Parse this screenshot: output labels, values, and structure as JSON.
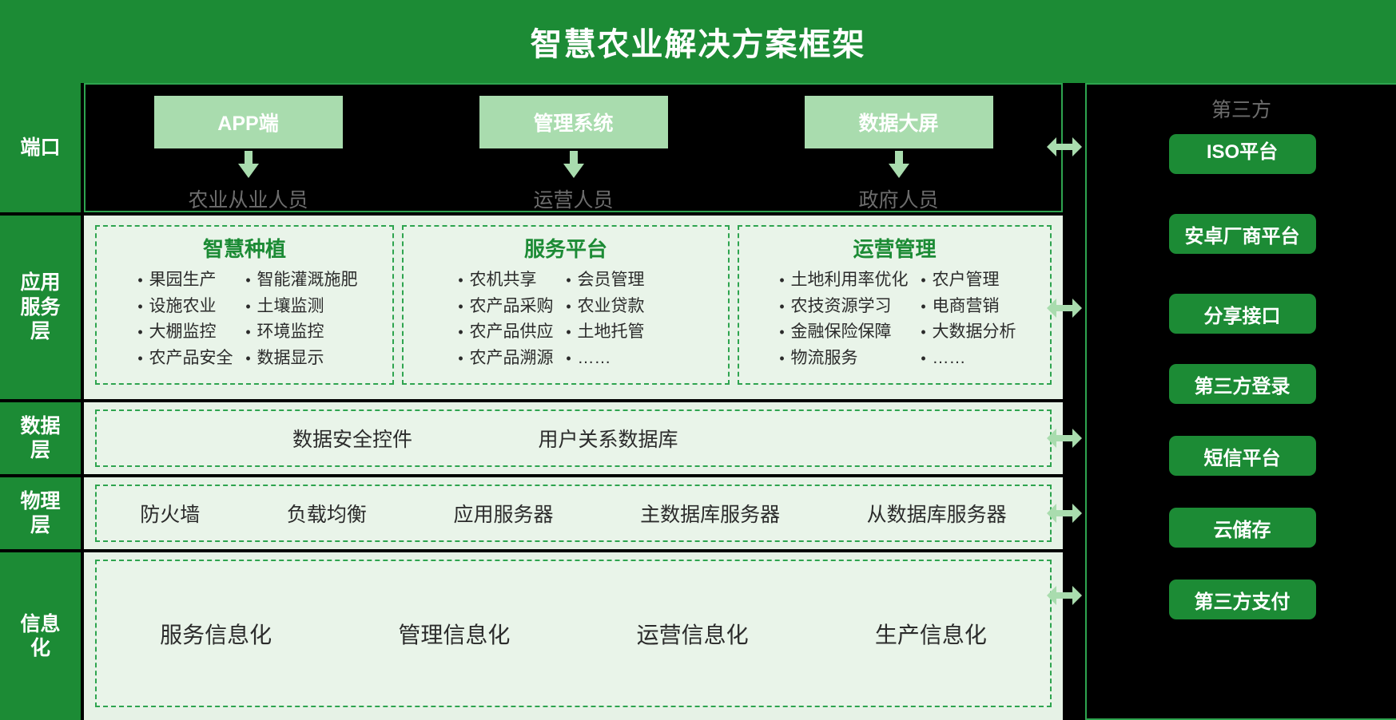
{
  "title": "智慧农业解决方案框架",
  "colors": {
    "brand_green": "#1c8b35",
    "light_green": "#a9dcae",
    "panel_bg": "#e6f2e6",
    "dash_green": "#2ea44f",
    "black": "#000000",
    "muted_gray": "#6d6d6d"
  },
  "layers": [
    {
      "id": "port",
      "label": "端口"
    },
    {
      "id": "app",
      "label": "应用\n服务\n层"
    },
    {
      "id": "data",
      "label": "数据\n层"
    },
    {
      "id": "physical",
      "label": "物理\n层"
    },
    {
      "id": "info",
      "label": "信息\n化"
    }
  ],
  "port_layer": {
    "label": "端口",
    "items": [
      {
        "box": "APP端",
        "caption": "农业从业人员"
      },
      {
        "box": "管理系统",
        "caption": "运营人员"
      },
      {
        "box": "数据大屏",
        "caption": "政府人员"
      }
    ]
  },
  "app_layer": {
    "label": "应用服务层",
    "columns": [
      {
        "title": "智慧种植",
        "left": [
          "果园生产",
          "设施农业",
          "大棚监控",
          "农产品安全"
        ],
        "right": [
          "智能灌溉施肥",
          "土壤监测",
          "环境监控",
          "数据显示"
        ]
      },
      {
        "title": "服务平台",
        "left": [
          "农机共享",
          "农产品采购",
          "农产品供应",
          "农产品溯源"
        ],
        "right": [
          "会员管理",
          "农业贷款",
          "土地托管",
          "……"
        ]
      },
      {
        "title": "运营管理",
        "left": [
          "土地利用率优化",
          "农技资源学习",
          "金融保险保障",
          "物流服务"
        ],
        "right": [
          "农户管理",
          "电商营销",
          "大数据分析",
          "……"
        ]
      }
    ]
  },
  "data_layer": {
    "label": "数据层",
    "items": [
      "数据安全控件",
      "用户关系数据库"
    ]
  },
  "physical_layer": {
    "label": "物理层",
    "items": [
      "防火墙",
      "负载均衡",
      "应用服务器",
      "主数据库服务器",
      "从数据库服务器"
    ]
  },
  "info_layer": {
    "label": "信息化",
    "items": [
      "服务信息化",
      "管理信息化",
      "运营信息化",
      "生产信息化"
    ]
  },
  "third_party": {
    "title": "第三方",
    "buttons": [
      "ISO平台",
      "安卓厂商平台",
      "分享接口",
      "第三方登录",
      "短信平台",
      "云储存",
      "第三方支付"
    ]
  }
}
